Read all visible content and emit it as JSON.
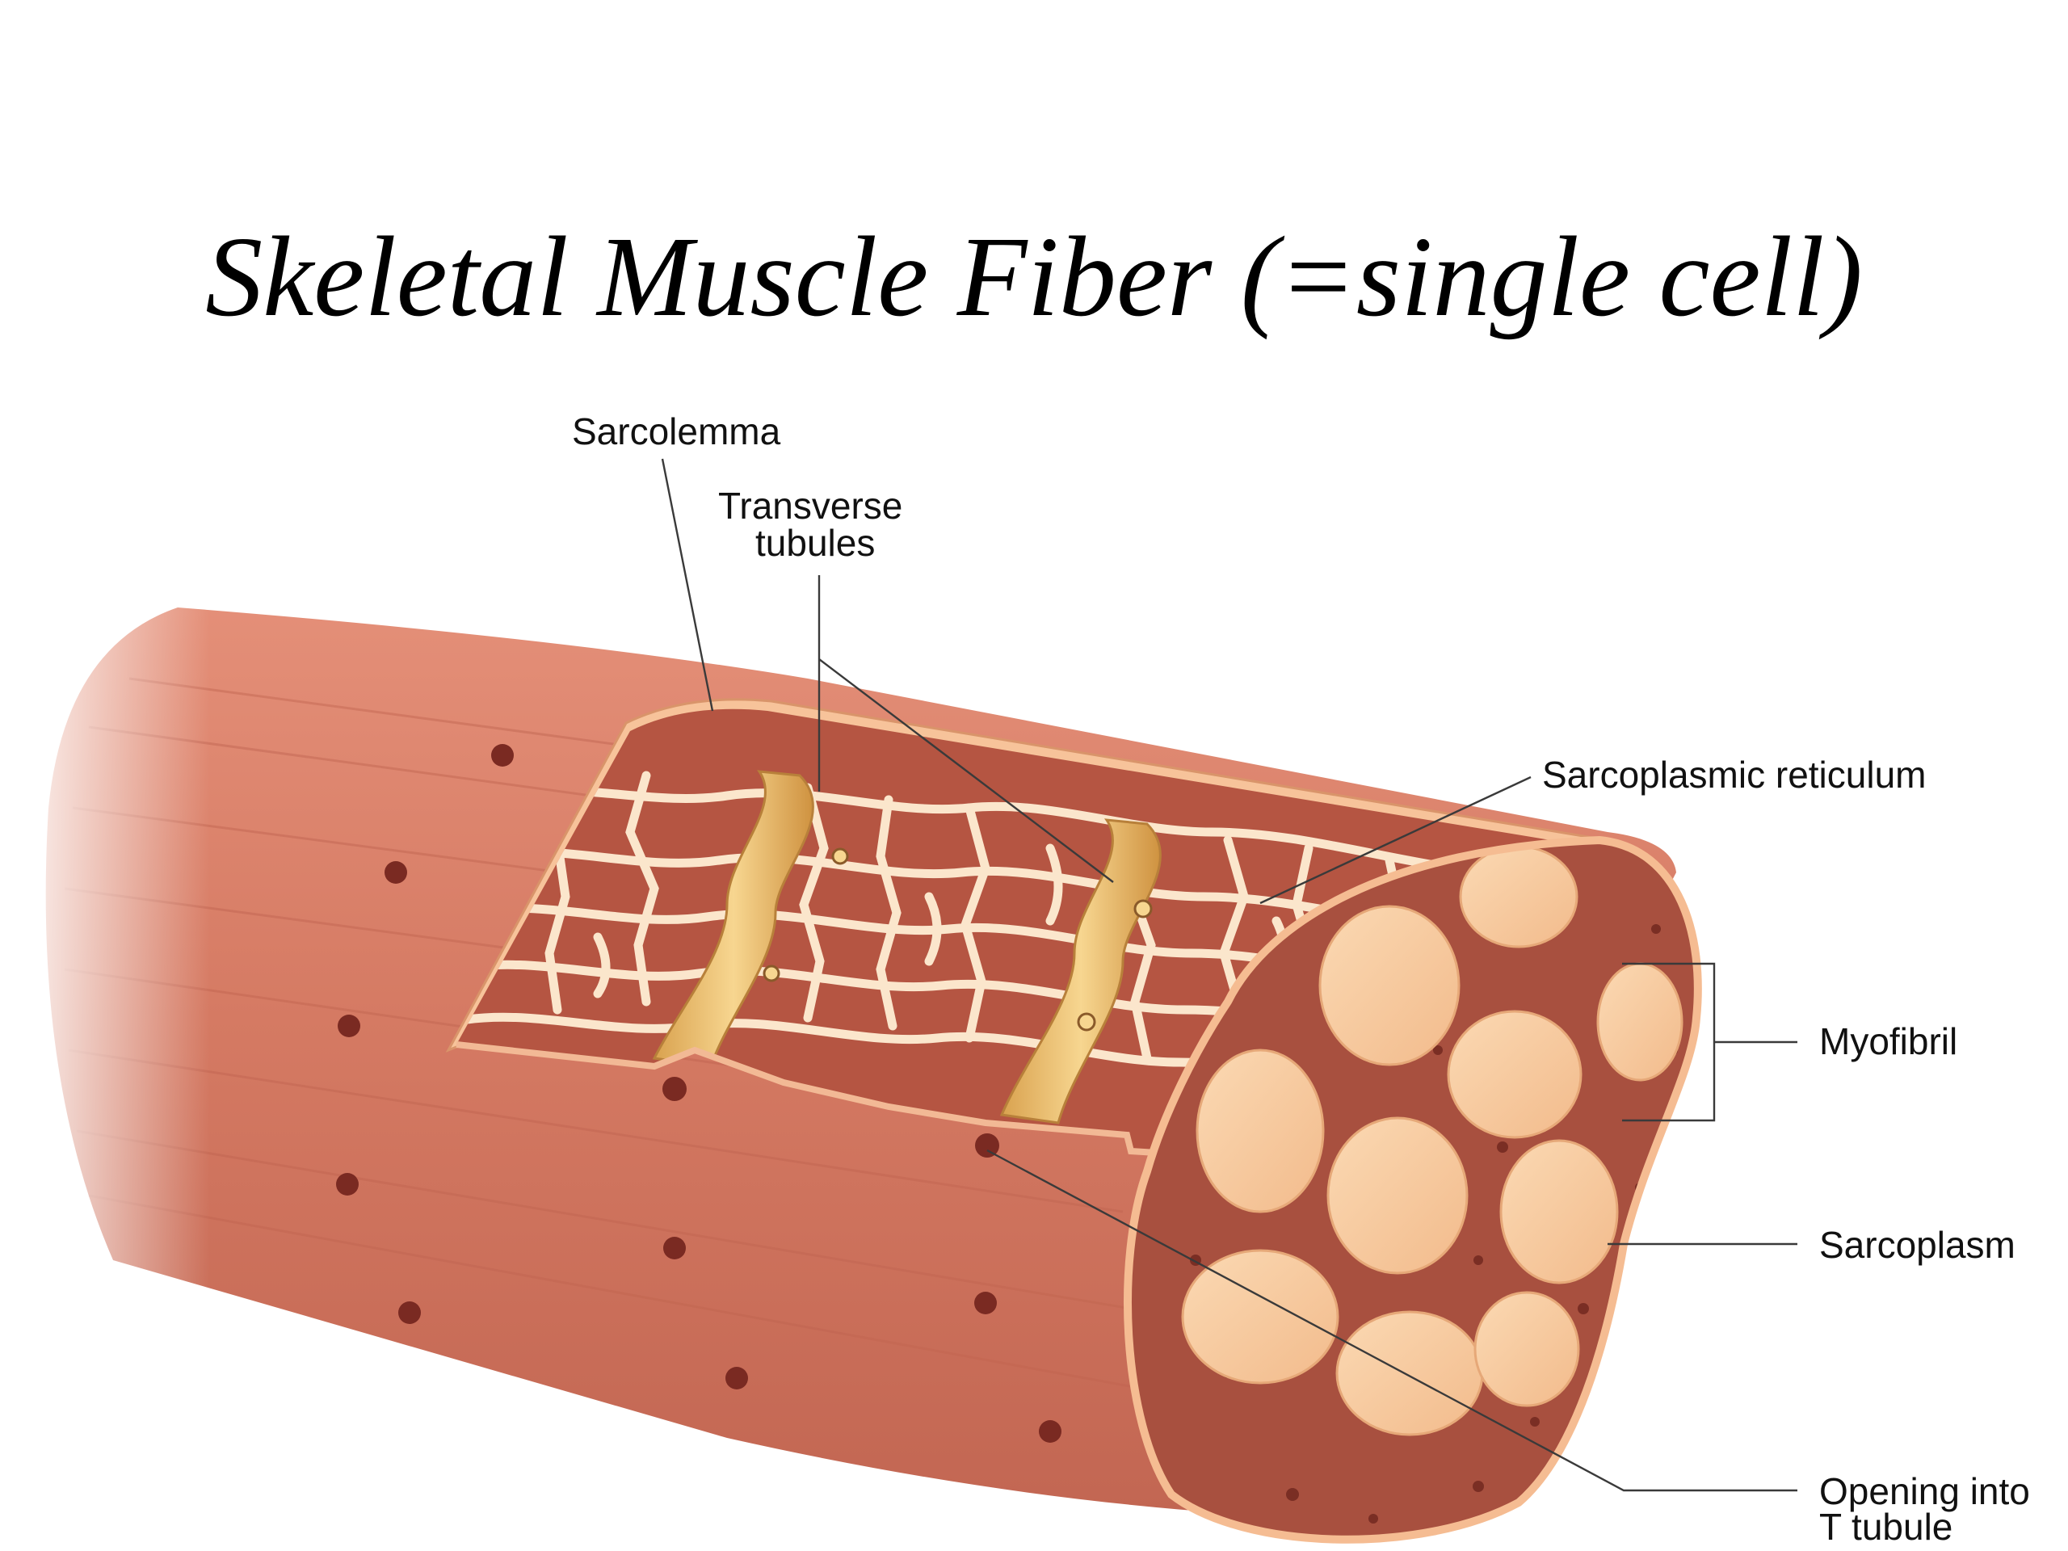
{
  "slide": {
    "title": "Skeletal Muscle Fiber (=single cell)"
  },
  "diagram": {
    "labels": {
      "sarcolemma": "Sarcolemma",
      "transverse_tubules_line1": "Transverse",
      "transverse_tubules_line2": "tubules",
      "sarcoplasmic_reticulum": "Sarcoplasmic reticulum",
      "myofibril": "Myofibril",
      "sarcoplasm": "Sarcoplasm",
      "opening_line1": "Opening into",
      "opening_line2": "T tubule"
    },
    "colors": {
      "muscle_surface": "#d9806a",
      "muscle_dark": "#b85a48",
      "cut_face": "#a8503f",
      "myofibril_fill": "#f7c99e",
      "reticulum": "#fbe6cc",
      "t_tubule": "#e8b86a",
      "opening_dot": "#7a2a22"
    }
  }
}
